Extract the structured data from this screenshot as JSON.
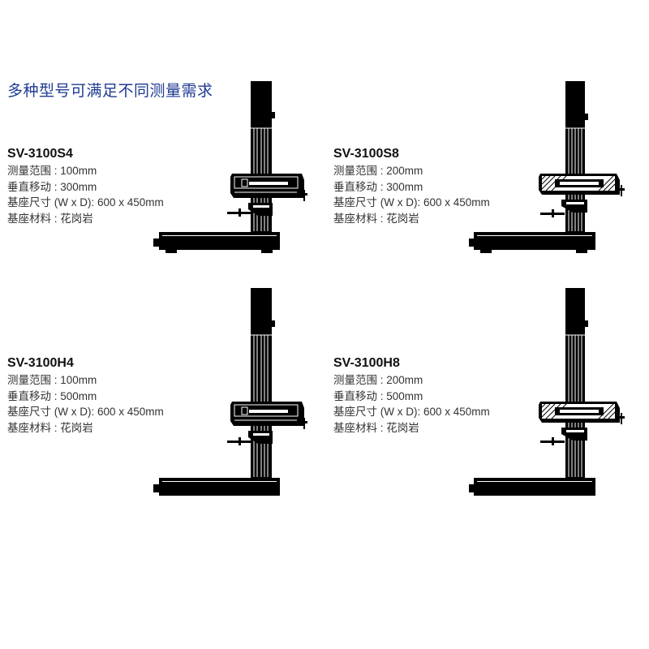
{
  "headline": "多种型号可满足不同测量需求",
  "models": [
    {
      "name": "SV-3100S4",
      "range": "测量范围 : 100mm",
      "vertical": "垂直移动 : 300mm",
      "base_size": "基座尺寸 (W x D): 600 x 450mm",
      "material": "基座材料 : 花岗岩"
    },
    {
      "name": "SV-3100S8",
      "range": "测量范围 : 200mm",
      "vertical": "垂直移动 : 300mm",
      "base_size": "基座尺寸 (W x D): 600 x 450mm",
      "material": "基座材料 : 花岗岩"
    },
    {
      "name": "SV-3100H4",
      "range": "测量范围 : 100mm",
      "vertical": "垂直移动 : 500mm",
      "base_size": "基座尺寸 (W x D): 600 x 450mm",
      "material": "基座材料 : 花岗岩"
    },
    {
      "name": "SV-3100H8",
      "range": "测量范围 : 200mm",
      "vertical": "垂直移动 : 500mm",
      "base_size": "基座尺寸 (W x D): 600 x 450mm",
      "material": "基座材料 : 花岗岩"
    }
  ]
}
